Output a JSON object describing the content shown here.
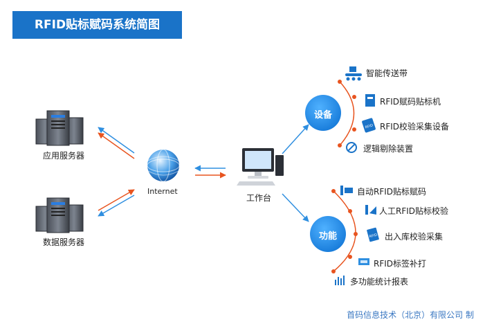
{
  "title": "RFID贴标赋码系统简图",
  "nodes": {
    "app_server": "应用服务器",
    "data_server": "数据服务器",
    "internet": "Internet",
    "workstation": "工作台"
  },
  "hubs": {
    "devices": "设备",
    "functions": "功能"
  },
  "devices": [
    "智能传送带",
    "RFID赋码贴标机",
    "RFID校验采集设备",
    "逻辑剔除装置"
  ],
  "functions": [
    "自动RFID贴标赋码",
    "人工RFID贴标校验",
    "出入库校验采集",
    "RFID标签补打",
    "多功能统计报表"
  ],
  "footer": "首码信息技术（北京）有限公司 制",
  "icons": {
    "rfid_tag": "RFID",
    "rfid_handheld": "RFID"
  },
  "colors": {
    "brand_blue": "#1a73c8",
    "hub_blue": "#1b87e6",
    "arrow_blue": "#2f8fe0",
    "arrow_orange": "#e8541f"
  }
}
